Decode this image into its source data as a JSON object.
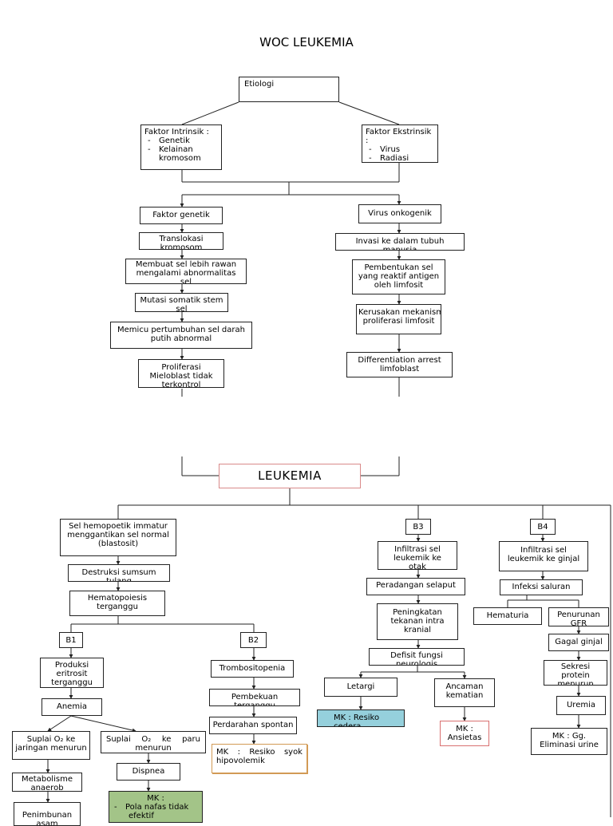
{
  "title": "WOC LEUKEMIA",
  "etiologi": "Etiologi",
  "intrinsik": {
    "title": "Faktor Intrinsik :",
    "items": [
      "Genetik",
      "Kelainan",
      "kromosom"
    ]
  },
  "ekstrinsik": {
    "title": "Faktor Ekstrinsik",
    "colon": ":",
    "items": [
      "Virus",
      "Radiasi"
    ]
  },
  "left_chain": {
    "faktor_genetik": "Faktor genetik",
    "translokasi": "Translokasi kromosom",
    "membuat": [
      "Membuat sel lebih rawan",
      "mengalami abnormalitas",
      "sel"
    ],
    "mutasi": [
      "Mutasi somatik stem",
      "sel"
    ],
    "memicu": [
      "Memicu pertumbuhan sel darah",
      "putih abnormal"
    ],
    "proliferasi": [
      "Proliferasi",
      "Mieloblast tidak",
      "terkontrol"
    ]
  },
  "right_chain": {
    "virus": "Virus onkogenik",
    "invasi": "Invasi ke dalam tubuh manusia",
    "pembentukan": [
      "Pembentukan sel",
      "yang reaktif antigen",
      "oleh limfosit"
    ],
    "kerusakan": [
      "Kerusakan mekanisme",
      "proliferasi limfosit"
    ],
    "differentiation": [
      "Differentiation arrest",
      "limfoblast"
    ]
  },
  "leukemia": "LEUKEMIA",
  "b_labels": {
    "b1": "B1",
    "b2": "B2",
    "b3": "B3",
    "b4": "B4"
  },
  "main_left": {
    "sel_hemo": [
      "Sel hemopoetik immatur",
      "menggantikan sel normal",
      "(blastosit)"
    ],
    "destruksi": "Destruksi sumsum tulang",
    "hematopoiesis": [
      "Hematopoiesis",
      "terganggu"
    ]
  },
  "b1": {
    "produksi": [
      "Produksi",
      "eritrosit",
      "terganggu"
    ],
    "anemia": "Anemia",
    "suplai_jaringan": [
      "Suplai O₂ ke",
      "jaringan menurun"
    ],
    "suplai_paru": [
      "Suplai",
      "O₂",
      "ke",
      "paru",
      "menurun"
    ],
    "metabolisme": [
      "Metabolisme",
      "anaerob"
    ],
    "penimbunan": "Penimbunan asam",
    "dispnea": "Dispnea",
    "mk_pola": [
      "MK :",
      "Pola nafas tidak",
      "efektif"
    ]
  },
  "b2": {
    "trombositopenia": "Trombositopenia",
    "pembekuan": "Pembekuan terganggu",
    "perdarahan": "Perdarahan spontan",
    "mk_syok": [
      "MK",
      ":",
      "Resiko",
      "syok",
      "hipovolemik"
    ]
  },
  "b3": {
    "infiltrasi": [
      "Infiltrasi sel",
      "leukemik ke",
      "otak"
    ],
    "peradangan": "Peradangan selaput",
    "peningkatan": [
      "Peningkatan",
      "tekanan intra",
      "kranial"
    ],
    "defisit": [
      "Defisit fungsi",
      "neurologis"
    ],
    "letargi": "Letargi",
    "ancaman": [
      "Ancaman",
      "kematian"
    ],
    "mk_resiko": [
      "MK : Resiko",
      "cedera"
    ],
    "mk_ansietas": [
      "MK :",
      "Ansietas"
    ]
  },
  "b4": {
    "infiltrasi": [
      "Infiltrasi sel",
      "leukemik ke ginjal"
    ],
    "infeksi": "Infeksi saluran",
    "hematuria": "Hematuria",
    "penurunan": [
      "Penurunan",
      "GFR"
    ],
    "gagal": "Gagal ginjal",
    "sekresi": [
      "Sekresi",
      "protein",
      "menurun"
    ],
    "uremia": "Uremia",
    "mk_eliminasi": [
      "MK : Gg.",
      "Eliminasi urine"
    ]
  }
}
